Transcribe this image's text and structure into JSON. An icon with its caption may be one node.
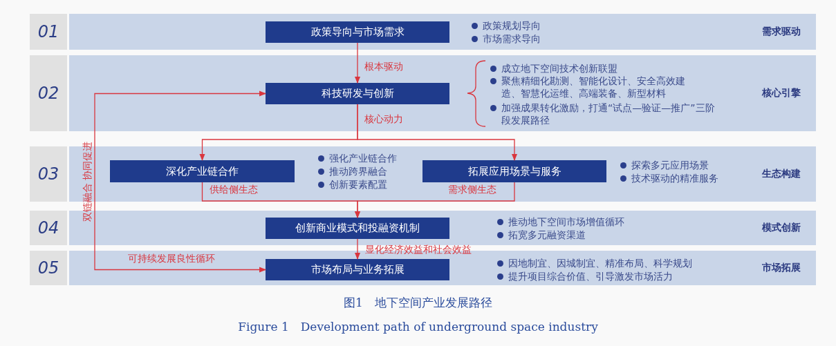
{
  "diagram": {
    "caption": "图1　地下空间产业发展路径",
    "nodes": [
      {
        "text": [
          "01"
        ]
      },
      {
        "text": [
          "需求驱动"
        ]
      },
      {
        "text": [
          "政策导向与市场需求"
        ],
        "in": 1
      },
      {
        "text": [
          "02"
        ]
      },
      {
        "text": [
          "核心引擎"
        ]
      },
      {
        "text": [
          "科技研发与创新"
        ],
        "in": 4
      },
      {
        "text": [
          "03"
        ]
      },
      {
        "text": [
          "生态构建"
        ]
      },
      {
        "text": [
          "深化产业链合作"
        ],
        "in": 7
      },
      {
        "text": [
          "拓展应用场景与服务"
        ],
        "in": 7
      },
      {
        "text": [
          "04"
        ]
      },
      {
        "text": [
          "模式创新"
        ]
      },
      {
        "text": [
          "创新商业模式和投融资机制"
        ],
        "in": 11
      },
      {
        "text": [
          "05"
        ]
      },
      {
        "text": [
          "市场拓展"
        ]
      },
      {
        "text": [
          "市场布局与业务拓展"
        ],
        "in": 14
      }
    ],
    "edges": [
      {
        "from": 2,
        "to": 5,
        "arrow": "to",
        "label": "根本驱动"
      },
      {
        "from": 5,
        "to": 8,
        "arrow": "to",
        "label": "核心动力"
      },
      {
        "from": 5,
        "to": 9,
        "arrow": "to"
      },
      {
        "from": 8,
        "to": 12,
        "arrow": "to",
        "label": "供给侧生态"
      },
      {
        "from": 9,
        "to": 12,
        "arrow": "to",
        "label": "需求侧生态"
      },
      {
        "from": 12,
        "to": 15,
        "arrow": "to",
        "label": "显化经济效益和社会效益"
      },
      {
        "from": 15,
        "to": 5,
        "arrow": "both",
        "label": "可持续发展良性循环"
      }
    ],
    "labels": [
      "政策规划导向",
      "市场需求导向",
      "成立地下空间技术创新联盟",
      "聚焦精细化勘测、智能化设计、安全高效建造、智慧化运维、高端装备、新型材料",
      "加强成果转化激励，打通“试点—验证—推广”三阶段发展路径",
      "双链融合 协同促进",
      "强化产业链合作",
      "推动跨界融合",
      "创新要素配置",
      "探索多元应用场景",
      "技术驱动的精准服务",
      "推动地下空间市场增值循环",
      "拓宽多元融资渠道",
      "因地制宜、因城制宜、精准布局、科学规划",
      "提升项目综合价值、引导激发市场活力",
      "Figure 1　Development path of underground space industry"
    ]
  }
}
